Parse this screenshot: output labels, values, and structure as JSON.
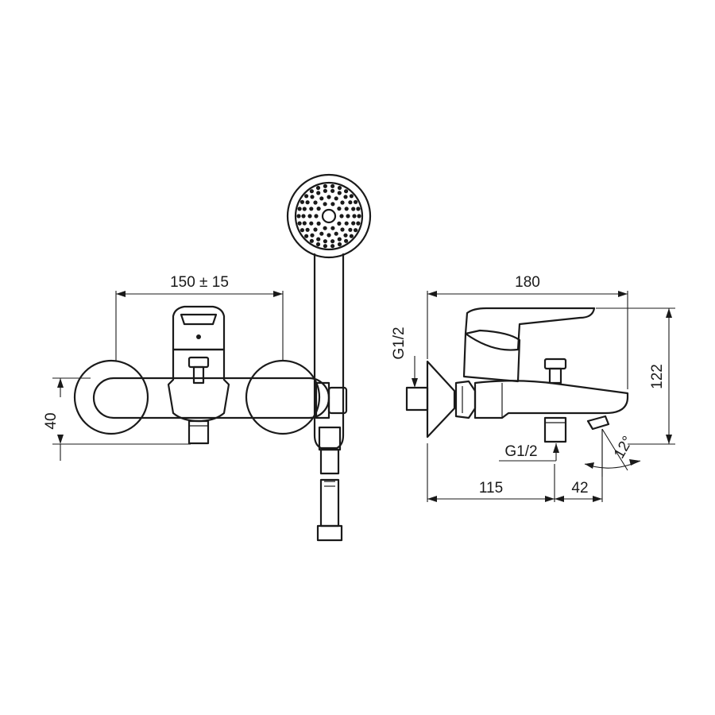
{
  "front_view": {
    "width_dim": "150 ± 15",
    "height_dim": "40"
  },
  "side_view": {
    "length_dim": "180",
    "height_dim": "122",
    "inlet_thread": "G1/2",
    "outlet_thread": "G1/2",
    "wall_to_spout_dim": "115",
    "spout_dim": "42",
    "spout_angle": "12°"
  }
}
